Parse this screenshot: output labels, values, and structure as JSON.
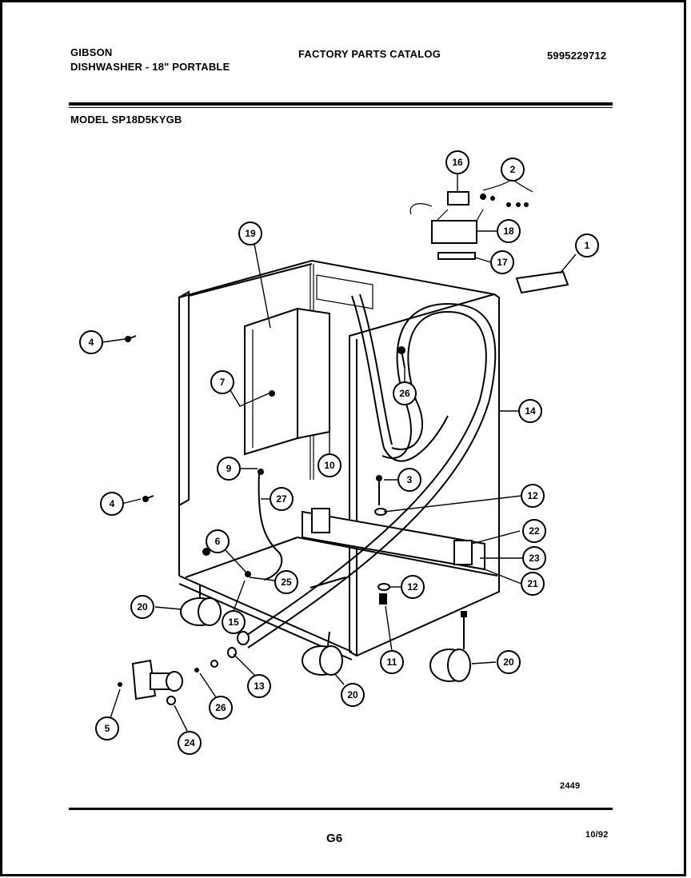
{
  "header": {
    "brand": "GIBSON",
    "product": "DISHWASHER - 18\" PORTABLE",
    "catalog_title": "FACTORY PARTS CATALOG",
    "catalog_number": "5995229712",
    "model": "MODEL SP18D5KYGB"
  },
  "footer": {
    "drawing_number": "2449",
    "page": "G6",
    "date": "10/92"
  },
  "callouts": [
    {
      "id": "c16",
      "label": "16"
    },
    {
      "id": "c2",
      "label": "2"
    },
    {
      "id": "c18",
      "label": "18"
    },
    {
      "id": "c1",
      "label": "1"
    },
    {
      "id": "c17",
      "label": "17"
    },
    {
      "id": "c19",
      "label": "19"
    },
    {
      "id": "c4a",
      "label": "4"
    },
    {
      "id": "c7",
      "label": "7"
    },
    {
      "id": "c26a",
      "label": "26"
    },
    {
      "id": "c14",
      "label": "14"
    },
    {
      "id": "c9",
      "label": "9"
    },
    {
      "id": "c10",
      "label": "10"
    },
    {
      "id": "c3",
      "label": "3"
    },
    {
      "id": "c4b",
      "label": "4"
    },
    {
      "id": "c27",
      "label": "27"
    },
    {
      "id": "c12a",
      "label": "12"
    },
    {
      "id": "c6",
      "label": "6"
    },
    {
      "id": "c22",
      "label": "22"
    },
    {
      "id": "c23",
      "label": "23"
    },
    {
      "id": "c25",
      "label": "25"
    },
    {
      "id": "c21",
      "label": "21"
    },
    {
      "id": "c20a",
      "label": "20"
    },
    {
      "id": "c12b",
      "label": "12"
    },
    {
      "id": "c15",
      "label": "15"
    },
    {
      "id": "c11",
      "label": "11"
    },
    {
      "id": "c13",
      "label": "13"
    },
    {
      "id": "c20b",
      "label": "20"
    },
    {
      "id": "c20c",
      "label": "20"
    },
    {
      "id": "c26b",
      "label": "26"
    },
    {
      "id": "c5",
      "label": "5"
    },
    {
      "id": "c24",
      "label": "24"
    }
  ]
}
